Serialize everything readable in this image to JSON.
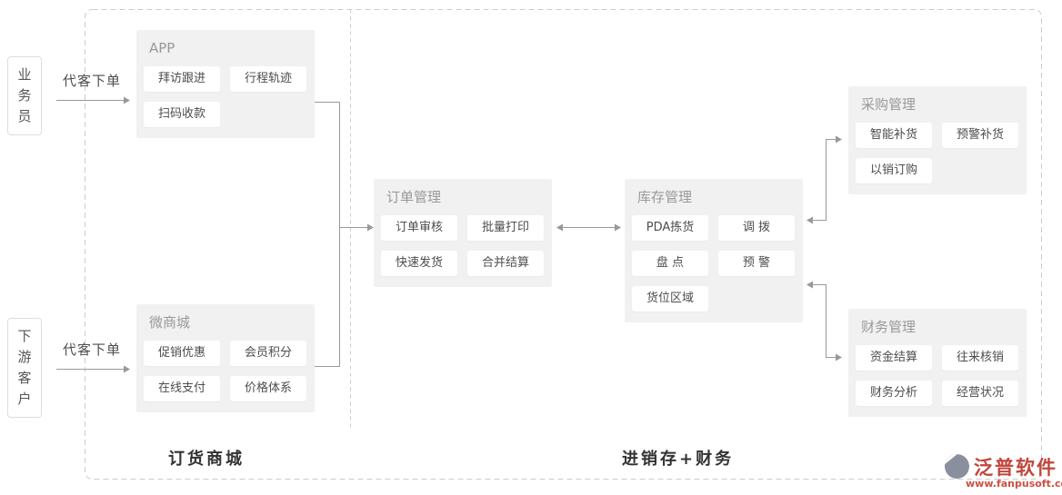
{
  "diagram": {
    "actors": [
      {
        "id": "salesperson",
        "label": "业务员"
      },
      {
        "id": "downstream-customer",
        "label": "下游客户"
      }
    ],
    "flows": [
      {
        "id": "salesperson-order",
        "label": "代客下单"
      },
      {
        "id": "customer-order",
        "label": "代客下单"
      }
    ],
    "groups": [
      {
        "id": "app",
        "title": "APP",
        "items": [
          "拜访跟进",
          "行程轨迹",
          "扫码收款"
        ]
      },
      {
        "id": "mall",
        "title": "微商城",
        "items": [
          "促销优惠",
          "会员积分",
          "在线支付",
          "价格体系"
        ]
      },
      {
        "id": "order",
        "title": "订单管理",
        "items": [
          "订单审核",
          "批量打印",
          "快速发货",
          "合并结算"
        ]
      },
      {
        "id": "inventory",
        "title": "库存管理",
        "items": [
          "PDA拣货",
          "调 拨",
          "盘 点",
          "预 警",
          "货位区域"
        ]
      },
      {
        "id": "purchase",
        "title": "采购管理",
        "items": [
          "智能补货",
          "预警补货",
          "以销订购"
        ]
      },
      {
        "id": "finance",
        "title": "财务管理",
        "items": [
          "资金结算",
          "往来核销",
          "财务分析",
          "经营状况"
        ]
      }
    ],
    "sections": [
      {
        "id": "ordering-mall",
        "label": "订货商城"
      },
      {
        "id": "erp-finance",
        "label": "进销存+财务"
      }
    ],
    "logo": {
      "brand": "泛普软件",
      "website": "www.fanpusoft.com"
    },
    "colors": {
      "box_bg": "#f1f1f1",
      "button_bg": "#ffffff",
      "dashed_border": "#cccccc",
      "connector_line": "#999999",
      "group_title_text": "#999999",
      "button_text": "#4d4d4d",
      "section_text": "#333333",
      "brand_red": "#c0463c",
      "site_red": "#cb4f43"
    }
  }
}
